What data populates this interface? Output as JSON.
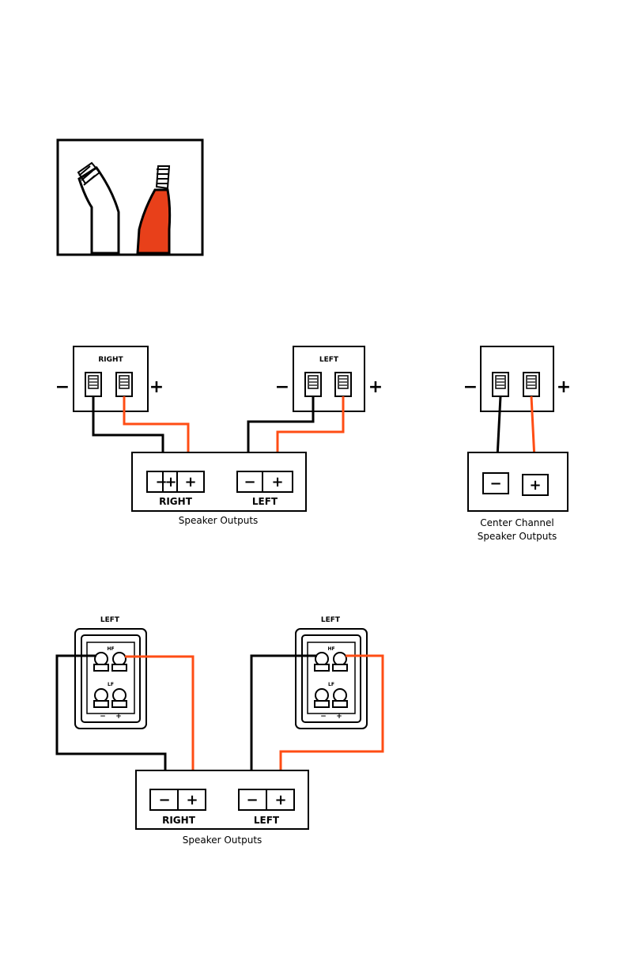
{
  "colors": {
    "positive_wire": "#ff4d14",
    "negative_wire": "#000000",
    "insulation_red": "#e8401a",
    "background": "#ffffff"
  },
  "wire_illustration": {
    "icon": "speaker-wire-pair-icon"
  },
  "stereo": {
    "right_speaker_label": "RIGHT",
    "left_speaker_label": "LEFT",
    "minus_sign": "−",
    "plus_sign": "+",
    "out_right_label": "RIGHT",
    "out_left_label": "LEFT",
    "caption": "Speaker Outputs"
  },
  "center": {
    "minus_sign": "−",
    "plus_sign": "+",
    "caption_line1": "Center Channel",
    "caption_line2": "Speaker Outputs"
  },
  "biwire": {
    "speaker_a_label": "LEFT",
    "speaker_b_label": "LEFT",
    "hf_label": "HF",
    "lf_label": "LF",
    "minus_sign": "−",
    "plus_sign": "+",
    "out_right_label": "RIGHT",
    "out_left_label": "LEFT",
    "caption": "Speaker Outputs"
  }
}
